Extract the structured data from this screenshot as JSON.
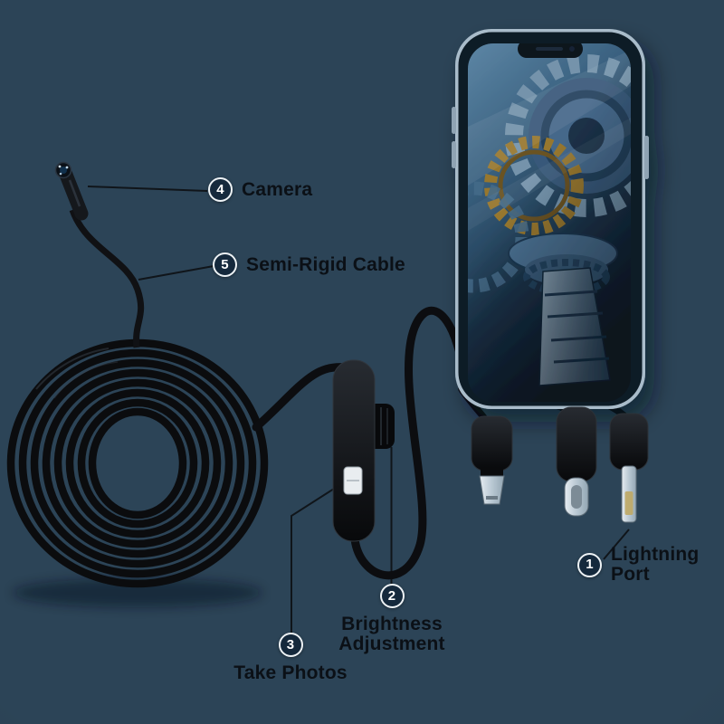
{
  "scene": {
    "description": "Endoscope borescope camera product diagram with numbered part callouts",
    "phone_screen": "machinery-gears-photo"
  },
  "callouts": {
    "camera": {
      "number": "4",
      "label": "Camera"
    },
    "semi_rigid_cable": {
      "number": "5",
      "label": "Semi-Rigid Cable"
    },
    "lightning_port": {
      "number": "1",
      "label_line1": "Lightning",
      "label_line2": "Port"
    },
    "brightness_adjustment": {
      "number": "2",
      "label_line1": "Brightness",
      "label_line2": "Adjustment"
    },
    "take_photos": {
      "number": "3",
      "label": "Take Photos"
    }
  },
  "colors": {
    "background_top": "#50687c",
    "background_bottom": "#1c3041",
    "label_text": "#0b1016",
    "badge_fill": "#15293c",
    "badge_ring": "#edf2f5",
    "cable_black": "#0c0d10",
    "phone_frame": "#a9bcca",
    "screen_blue": "#39607f"
  }
}
